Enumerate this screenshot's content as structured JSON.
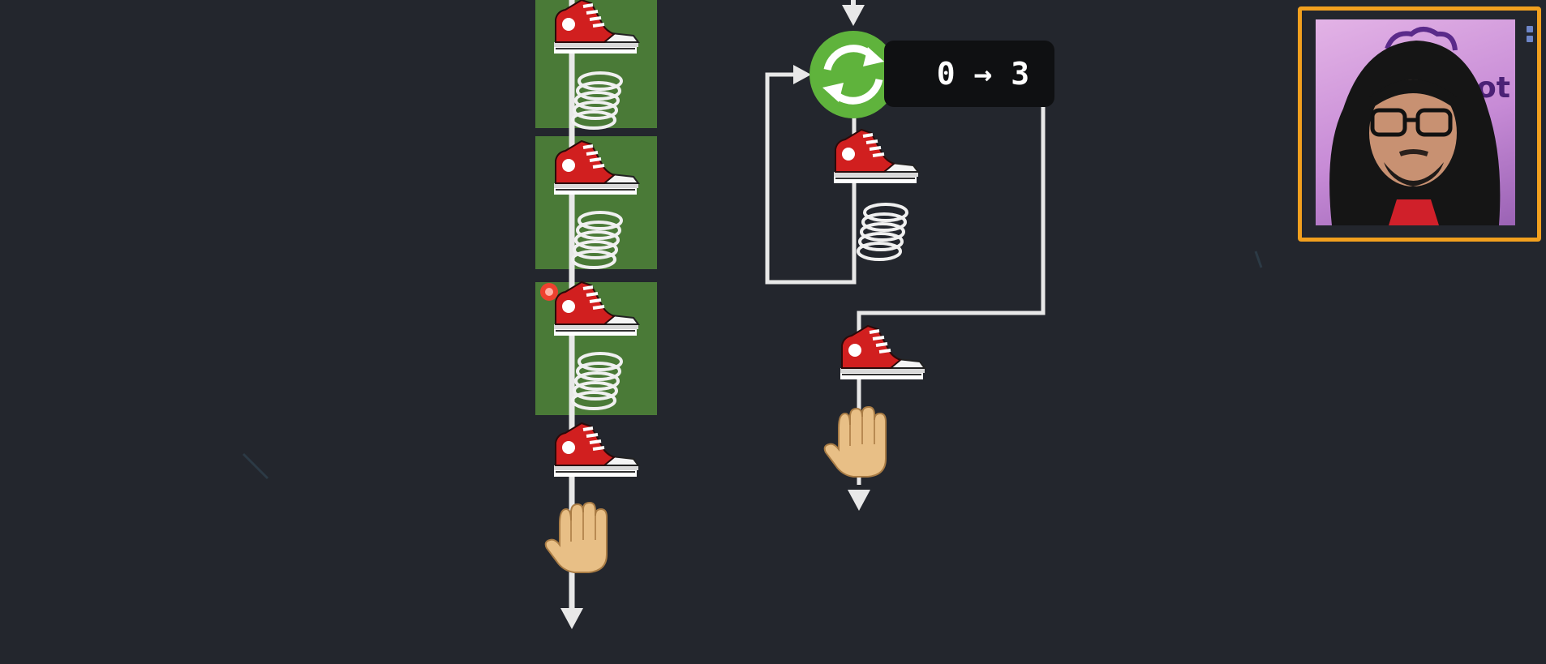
{
  "loop": {
    "counter_label": "0 → 3",
    "icon": "refresh-cycle-icon"
  },
  "left_column": {
    "steps": [
      "sneaker-icon",
      "spring-icon",
      "sneaker-icon",
      "spring-icon",
      "sneaker-icon",
      "spring-icon",
      "sneaker-icon",
      "stop-hand-icon"
    ],
    "highlighted_blocks": 3
  },
  "right_flow": {
    "loop_body": [
      "sneaker-icon",
      "spring-icon"
    ],
    "after_loop": [
      "sneaker-icon",
      "stop-hand-icon"
    ]
  },
  "webcam": {
    "logo_partial_text": "ot"
  },
  "colors": {
    "background": "#23262d",
    "block_green": "#4a7a37",
    "loop_circle": "#5fb33c",
    "sneaker_red": "#d11f1f",
    "flow_line": "#e8e8e8",
    "webcam_border": "#f2a01e"
  }
}
